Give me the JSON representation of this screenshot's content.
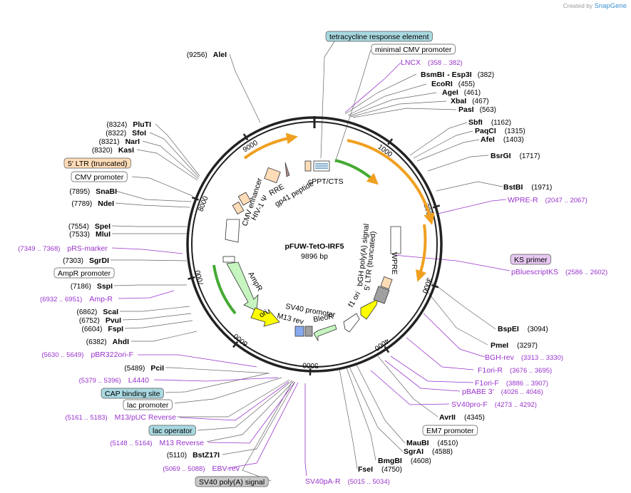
{
  "credit": {
    "prefix": "Created by",
    "brand": "SnapGene"
  },
  "plasmid": {
    "name": "pFUW-TetO-IRF5",
    "size": "9896 bp"
  },
  "ticks": [
    "1000",
    "2000",
    "3000",
    "4000",
    "5000",
    "6000",
    "7000",
    "8000",
    "9000"
  ],
  "sites_right": [
    {
      "name": "BsmBI",
      "suffix": "- Esp3I",
      "pos": "(382)"
    },
    {
      "name": "EcoRI",
      "pos": "(455)"
    },
    {
      "name": "AgeI",
      "pos": "(461)"
    },
    {
      "name": "XbaI",
      "pos": "(467)"
    },
    {
      "name": "PasI",
      "pos": "(563)"
    },
    {
      "name": "SbfI",
      "pos": "(1162)"
    },
    {
      "name": "PaqCI",
      "pos": "(1315)"
    },
    {
      "name": "AfeI",
      "pos": "(1403)"
    },
    {
      "name": "BsrGI",
      "pos": "(1717)"
    },
    {
      "name": "BstBI",
      "pos": "(1971)"
    },
    {
      "name": "BspEI",
      "pos": "(3094)"
    },
    {
      "name": "PmeI",
      "pos": "(3297)"
    },
    {
      "name": "AvrII",
      "pos": "(4345)"
    },
    {
      "name": "MauBI",
      "pos": "(4510)"
    },
    {
      "name": "SgrAI",
      "pos": "(4588)"
    },
    {
      "name": "BmgBI",
      "pos": "(4608)"
    },
    {
      "name": "FseI",
      "pos": "(4750)"
    }
  ],
  "sites_left": [
    {
      "name": "AleI",
      "pos": "(9256)"
    },
    {
      "name": "PluTI",
      "pos": "(8324)"
    },
    {
      "name": "SfoI",
      "pos": "(8322)"
    },
    {
      "name": "NarI",
      "pos": "(8321)"
    },
    {
      "name": "KasI",
      "pos": "(8320)"
    },
    {
      "name": "SnaBI",
      "pos": "(7895)"
    },
    {
      "name": "NdeI",
      "pos": "(7789)"
    },
    {
      "name": "SpeI",
      "pos": "(7554)"
    },
    {
      "name": "MluI",
      "pos": "(7533)"
    },
    {
      "name": "SgrDI",
      "pos": "(7303)"
    },
    {
      "name": "SspI",
      "pos": "(7186)"
    },
    {
      "name": "ScaI",
      "pos": "(6862)"
    },
    {
      "name": "PvuI",
      "pos": "(6752)"
    },
    {
      "name": "FspI",
      "pos": "(6604)"
    },
    {
      "name": "AhdI",
      "pos": "(6382)"
    },
    {
      "name": "PciI",
      "pos": "(5489)"
    },
    {
      "name": "BstZ17I",
      "pos": "(5110)"
    }
  ],
  "primers": [
    {
      "name": "LNCX",
      "range": "(358 .. 382)"
    },
    {
      "name": "WPRE-R",
      "range": "(2047 .. 2067)"
    },
    {
      "name": "pBluescriptKS",
      "range": "(2586 .. 2602)"
    },
    {
      "name": "BGH-rev",
      "range": "(3313 .. 3330)"
    },
    {
      "name": "F1ori-R",
      "range": "(3676 .. 3695)"
    },
    {
      "name": "F1ori-F",
      "range": "(3886 .. 3907)"
    },
    {
      "name": "pBABE 3'",
      "range": "(4026 .. 4046)"
    },
    {
      "name": "SV40pro-F",
      "range": "(4273 .. 4292)"
    },
    {
      "name": "SV40pA-R",
      "range": "(5015 .. 5034)"
    },
    {
      "name": "EBV-rev",
      "range": "(5069 .. 5088)"
    },
    {
      "name": "M13 Reverse",
      "range": "(5148 .. 5164)"
    },
    {
      "name": "M13/pUC Reverse",
      "range": "(5161 .. 5183)"
    },
    {
      "name": "L4440",
      "range": "(5379 .. 5396)"
    },
    {
      "name": "pBR322ori-F",
      "range": "(5630 .. 5649)"
    },
    {
      "name": "Amp-R",
      "range": "(6932 .. 6951)"
    },
    {
      "name": "pRS-marker",
      "range": "(7349 .. 7368)"
    }
  ],
  "boxed_features": [
    {
      "name": "tetracycline response element",
      "color": "#a8d8e0"
    },
    {
      "name": "minimal CMV promoter",
      "color": "#ffffff"
    },
    {
      "name": "KS primer",
      "color": "#e6c8f0"
    },
    {
      "name": "EM7 promoter",
      "color": "#ffffff"
    },
    {
      "name": "lac operator",
      "color": "#a8d8e0"
    },
    {
      "name": "CAP binding site",
      "color": "#a8d8e0"
    },
    {
      "name": "lac promoter",
      "color": "#ffffff"
    },
    {
      "name": "SV40 poly(A) signal",
      "color": "#c8c8c8"
    },
    {
      "name": "5' LTR (truncated)",
      "color": "#ffdcb8"
    },
    {
      "name": "CMV promoter",
      "color": "#ffffff"
    },
    {
      "name": "AmpR promoter",
      "color": "#ffffff"
    }
  ],
  "inner_labels": {
    "cppt": "cPPT/CTS",
    "rre": "RRE",
    "gp41": "gp41 peptide",
    "hiv": "HIV-1 Ψ",
    "cmv_enh": "CMV enhancer",
    "ampr": "AmpR",
    "ori": "ori",
    "m13rev": "M13 rev",
    "sv40prom": "SV40 promoter",
    "bleor": "BleoR",
    "f1ori": "f1 ori",
    "ltr5": "5' LTR (truncated)",
    "bgh": "bGH poly(A) signal",
    "wpre": "WPRE"
  },
  "colors": {
    "backbone": "#222222",
    "orange": "#f0a020",
    "green": "#44aa33",
    "lightgreen": "#c6f5c0",
    "yellow": "#ffff00",
    "peach": "#ffdcb8",
    "purple": "#9933cc",
    "gray": "#a0a0a0",
    "teal": "#a8d8e0",
    "blue": "#88aaee"
  }
}
